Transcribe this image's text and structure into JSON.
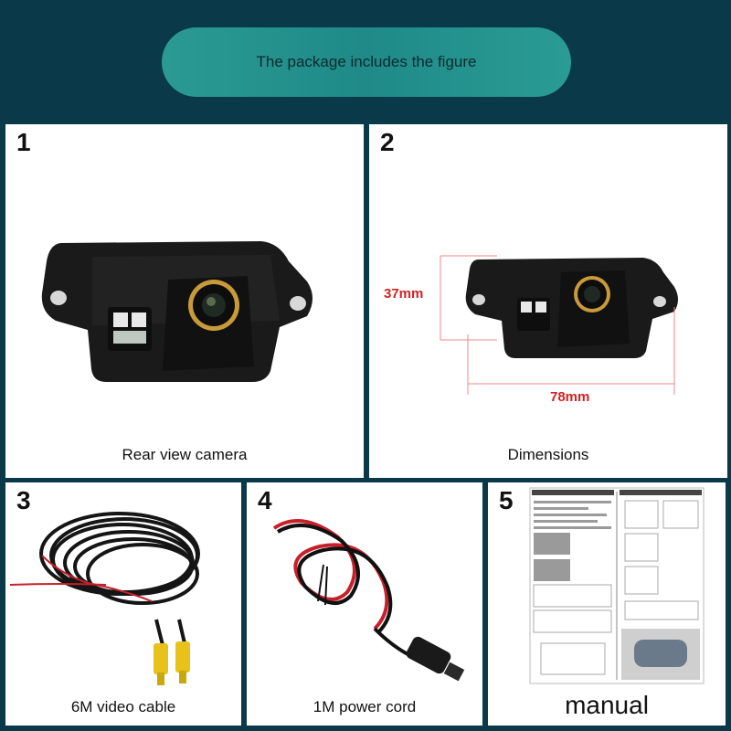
{
  "banner": {
    "text": "The package includes the figure"
  },
  "panels": [
    {
      "number": "1",
      "caption": "Rear view camera"
    },
    {
      "number": "2",
      "caption": "Dimensions",
      "height_label": "37mm",
      "width_label": "78mm"
    },
    {
      "number": "3",
      "caption": "6M video cable"
    },
    {
      "number": "4",
      "caption": "1M power cord"
    },
    {
      "number": "5",
      "caption": "manual"
    }
  ],
  "icons": {
    "camera": "rear-camera-image",
    "video_cable": "video-cable-image",
    "power_cord": "power-cord-image",
    "manual": "manual-image"
  },
  "colors": {
    "background": "#0a3a4a",
    "banner": "#2b9a93",
    "dimension": "#d42020"
  }
}
